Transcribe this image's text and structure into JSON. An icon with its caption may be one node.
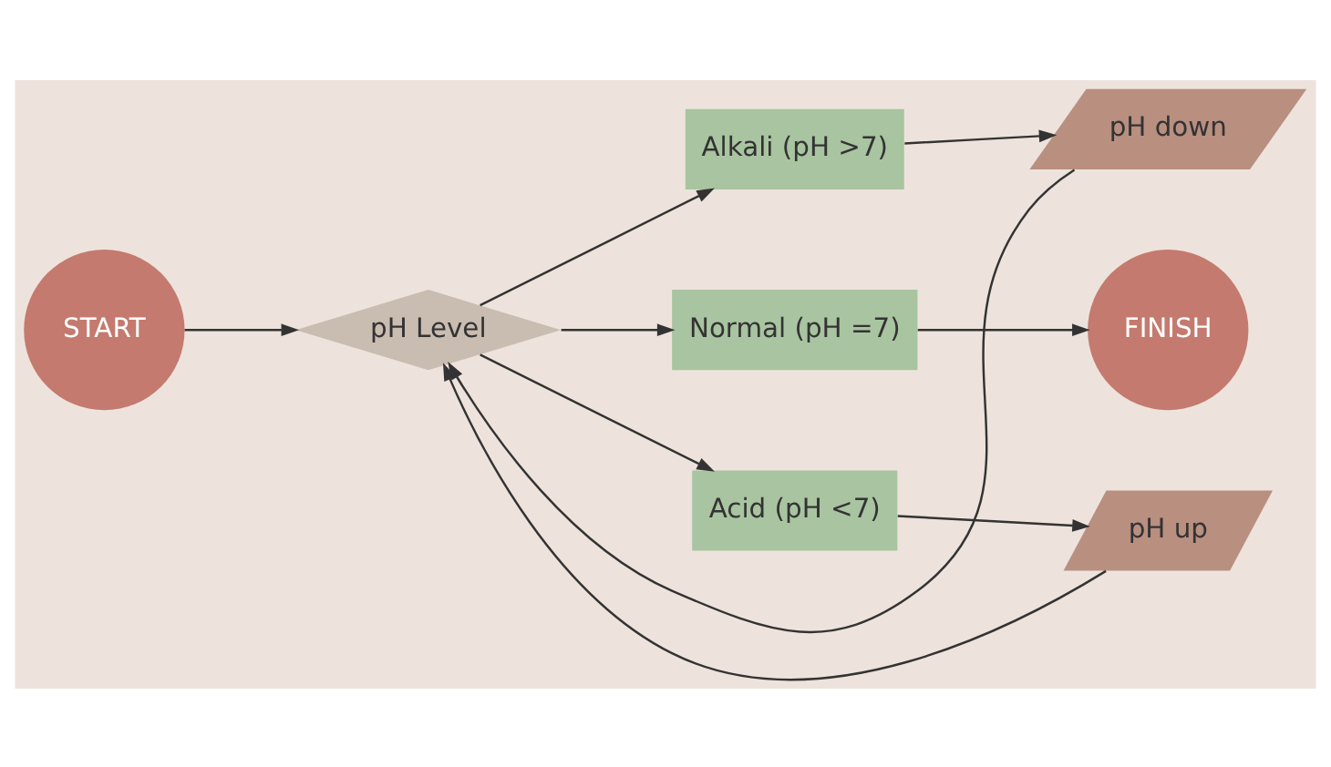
{
  "diagram": {
    "nodes": [
      {
        "text": [
          "START"
        ]
      },
      {
        "text": [
          "pH Level"
        ]
      },
      {
        "text": [
          "Alkali (pH >7)"
        ]
      },
      {
        "text": [
          "pH down"
        ]
      },
      {
        "text": [
          "Normal (pH =7)"
        ]
      },
      {
        "text": [
          "FINISH"
        ]
      },
      {
        "text": [
          "Acid (pH <7)"
        ]
      },
      {
        "text": [
          "pH up"
        ]
      }
    ],
    "edges": [
      {
        "from": 0,
        "to": 1,
        "arrow": "to"
      },
      {
        "from": 1,
        "to": 2,
        "arrow": "to"
      },
      {
        "from": 2,
        "to": 3,
        "arrow": "to"
      },
      {
        "from": 3,
        "to": 1,
        "arrow": "to"
      },
      {
        "from": 1,
        "to": 4,
        "arrow": "to"
      },
      {
        "from": 4,
        "to": 5,
        "arrow": "to"
      },
      {
        "from": 1,
        "to": 6,
        "arrow": "to"
      },
      {
        "from": 6,
        "to": 7,
        "arrow": "to"
      },
      {
        "from": 7,
        "to": 1,
        "arrow": "to"
      }
    ]
  }
}
